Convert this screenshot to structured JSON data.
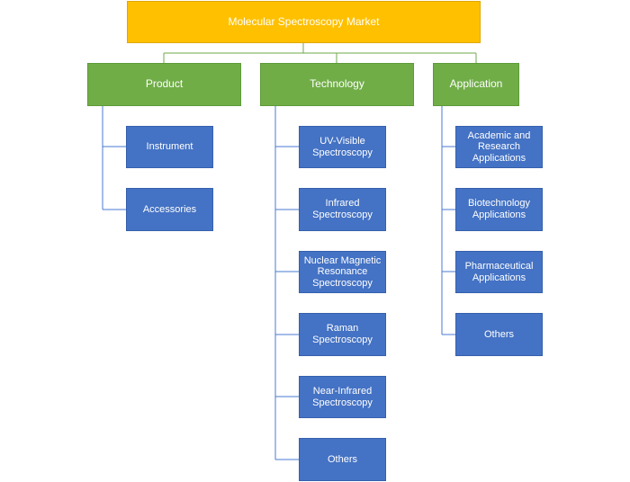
{
  "root": {
    "label": "Molecular Spectroscopy Market"
  },
  "categories": [
    {
      "label": "Product",
      "items": [
        "Instrument",
        "Accessories"
      ]
    },
    {
      "label": "Technology",
      "items": [
        "UV-Visible Spectroscopy",
        "Infrared Spectroscopy",
        "Nuclear Magnetic Resonance Spectroscopy",
        "Raman Spectroscopy",
        "Near-Infrared Spectroscopy",
        "Others"
      ]
    },
    {
      "label": "Application",
      "items": [
        "Academic and Research Applications",
        "Biotechnology Applications",
        "Pharmaceutical Applications",
        "Others"
      ]
    }
  ],
  "colors": {
    "root": "#ffc000",
    "category": "#70ad47",
    "leaf": "#4472c4",
    "connector": "#4a7ad0"
  }
}
